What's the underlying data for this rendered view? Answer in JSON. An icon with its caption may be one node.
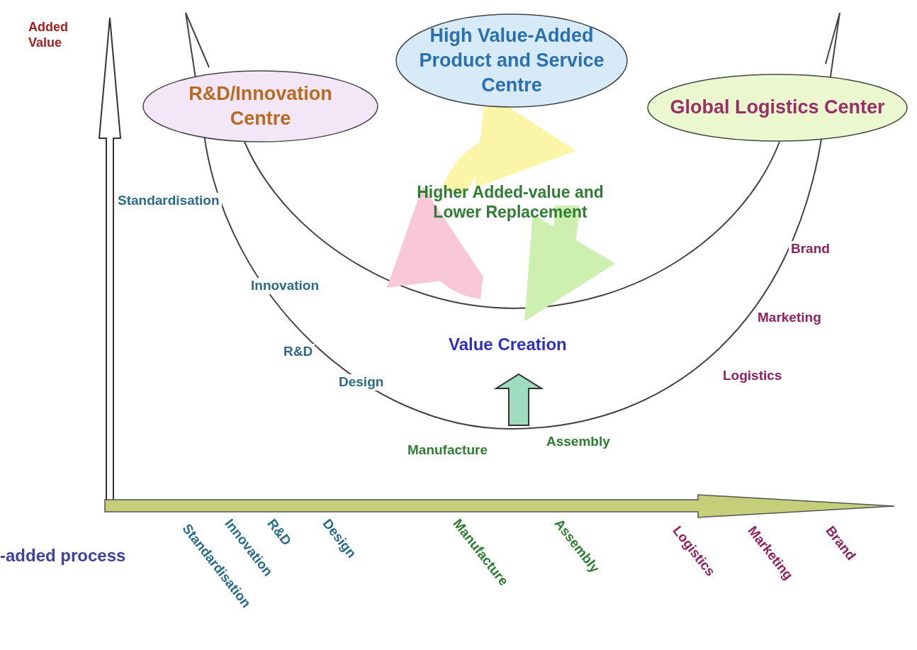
{
  "diagram": {
    "nodes": [
      {
        "text": [
          "R&D/Innovation Centre"
        ]
      },
      {
        "text": [
          "High Value-Added Product and Service Centre"
        ]
      },
      {
        "text": [
          "Global Logistics Center"
        ]
      }
    ],
    "labels": [
      "Added Value",
      "Higher Added-value and Lower Replacement",
      "Standardisation",
      "Innovation",
      "R&D",
      "Design",
      "Value Creation",
      "Manufacture",
      "Assembly",
      "Brand",
      "Marketing",
      "Logistics",
      "-added process",
      "Standardisation",
      "Innovation",
      "R&D",
      "Design",
      "Manufacture",
      "Assembly",
      "Logistics",
      "Marketing",
      "Brand"
    ]
  }
}
